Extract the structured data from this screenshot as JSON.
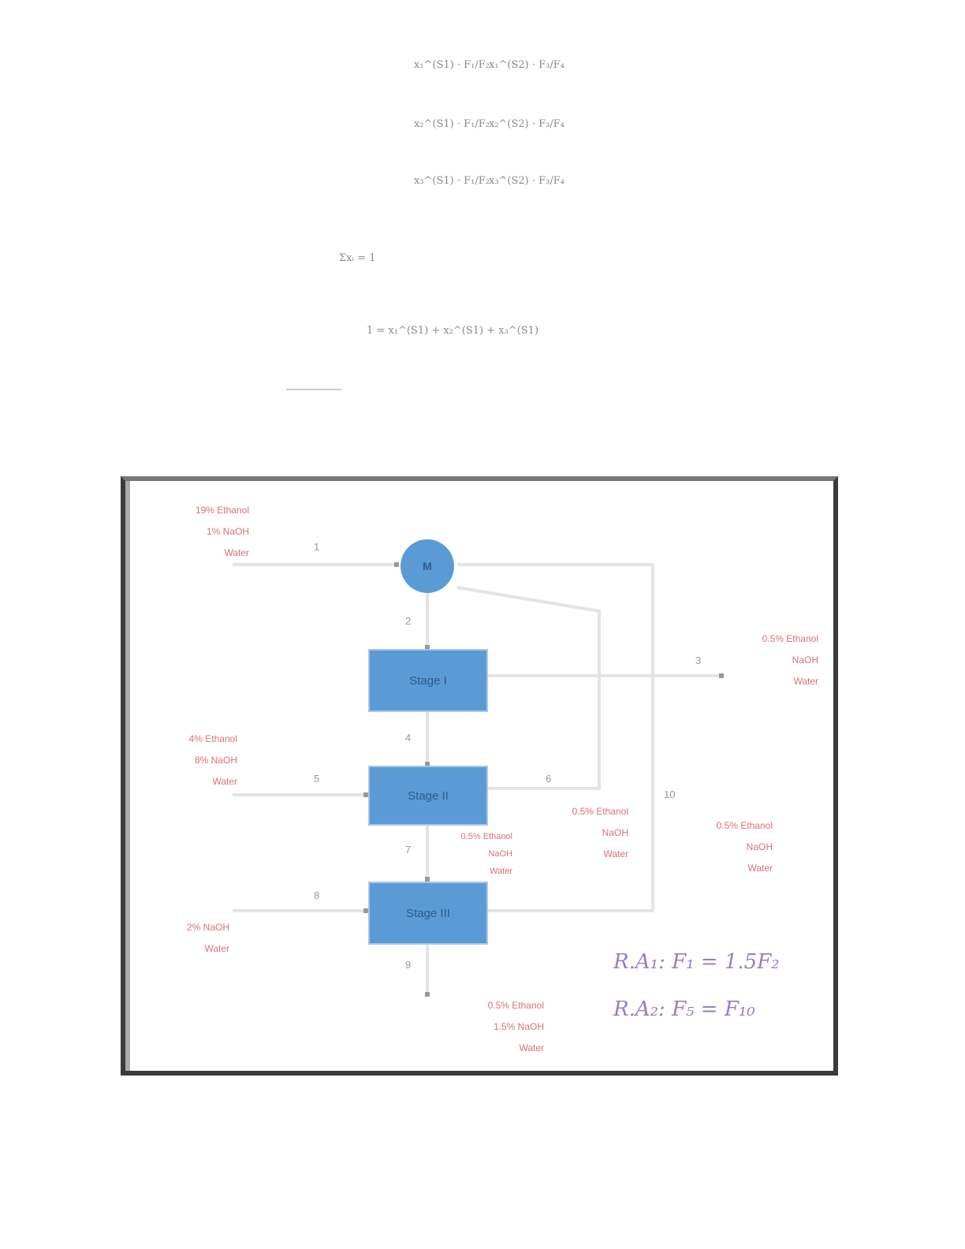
{
  "equations": {
    "system_rows": [
      [
        "x₁^(S1) · F₁/F₂",
        "x₁^(S2) · F₃/F₄"
      ],
      [
        "x₂^(S1) · F₁/F₂",
        "x₂^(S2) · F₃/F₄"
      ],
      [
        "x₃^(S1) · F₁/F₂",
        "x₃^(S2) · F₃/F₄"
      ]
    ],
    "sum": "Σxᵢ = 1",
    "closure": "1 = x₁^(S1) + x₂^(S1) + x₃^(S1)"
  },
  "diagram": {
    "mixer": "M",
    "stages": [
      "Stage I",
      "Stage II",
      "Stage III"
    ],
    "stream_numbers": [
      "1",
      "2",
      "3",
      "4",
      "5",
      "6",
      "7",
      "8",
      "9",
      "10"
    ],
    "labels": {
      "feed1": [
        "19% Ethanol",
        "1% NaOH",
        "Water"
      ],
      "feed5": [
        "4% Ethanol",
        "8% NaOH",
        "Water"
      ],
      "feed8": [
        "2% NaOH",
        "Water"
      ],
      "out3": [
        "0.5% Ethanol",
        "NaOH",
        "Water"
      ],
      "out6": [
        "0.5% Ethanol",
        "NaOH",
        "Water"
      ],
      "out10": [
        "0.5% Ethanol",
        "NaOH",
        "Water"
      ],
      "s7": [
        "0.5% Ethanol",
        "NaOH",
        "Water"
      ],
      "out9": [
        "0.5% Ethanol",
        "1.5% NaOH",
        "Water"
      ]
    },
    "relations": [
      "R.A₁: F₁ = 1.5F₂",
      "R.A₂: F₅ = F₁₀"
    ]
  },
  "colors": {
    "box": "#5b9bd5",
    "label": "#d9707a",
    "relation": "#9b7cc0"
  }
}
